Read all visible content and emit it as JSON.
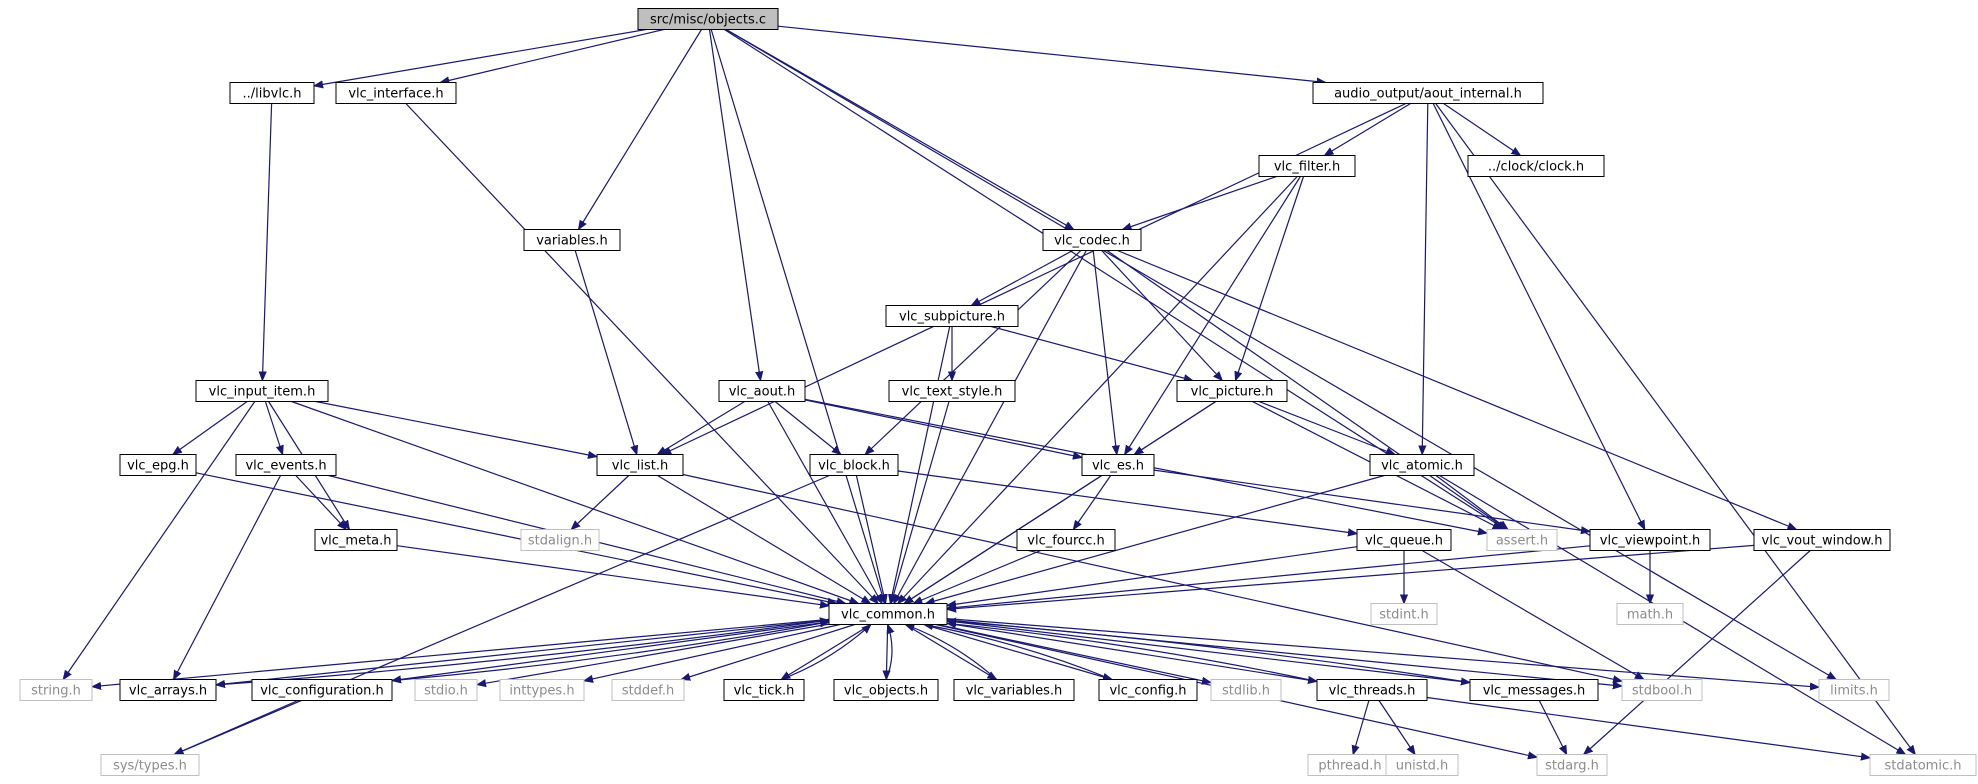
{
  "diagram": {
    "colors": {
      "edge": "#191970",
      "root_fill": "#bfbfbf",
      "missing_border": "#bfbfbf",
      "missing_text": "#8c8c8c"
    },
    "nodes": [
      {
        "id": "root",
        "label": "src/misc/objects.c",
        "style": "root"
      },
      {
        "id": "libvlc",
        "label": "../libvlc.h",
        "style": "solid"
      },
      {
        "id": "vlc_interface",
        "label": "vlc_interface.h",
        "style": "solid"
      },
      {
        "id": "aout_internal",
        "label": "audio_output/aout_internal.h",
        "style": "solid"
      },
      {
        "id": "vlc_filter",
        "label": "vlc_filter.h",
        "style": "solid"
      },
      {
        "id": "clock",
        "label": "../clock/clock.h",
        "style": "solid"
      },
      {
        "id": "variables",
        "label": "variables.h",
        "style": "solid"
      },
      {
        "id": "vlc_codec",
        "label": "vlc_codec.h",
        "style": "solid"
      },
      {
        "id": "vlc_subpicture",
        "label": "vlc_subpicture.h",
        "style": "solid"
      },
      {
        "id": "vlc_input_item",
        "label": "vlc_input_item.h",
        "style": "solid"
      },
      {
        "id": "vlc_aout",
        "label": "vlc_aout.h",
        "style": "solid"
      },
      {
        "id": "vlc_text_style",
        "label": "vlc_text_style.h",
        "style": "solid"
      },
      {
        "id": "vlc_picture",
        "label": "vlc_picture.h",
        "style": "solid"
      },
      {
        "id": "vlc_epg",
        "label": "vlc_epg.h",
        "style": "solid"
      },
      {
        "id": "vlc_events",
        "label": "vlc_events.h",
        "style": "solid"
      },
      {
        "id": "vlc_list",
        "label": "vlc_list.h",
        "style": "solid"
      },
      {
        "id": "vlc_block",
        "label": "vlc_block.h",
        "style": "solid"
      },
      {
        "id": "vlc_es",
        "label": "vlc_es.h",
        "style": "solid"
      },
      {
        "id": "vlc_atomic",
        "label": "vlc_atomic.h",
        "style": "solid"
      },
      {
        "id": "vlc_meta",
        "label": "vlc_meta.h",
        "style": "solid"
      },
      {
        "id": "stdalign",
        "label": "stdalign.h",
        "style": "missing"
      },
      {
        "id": "vlc_fourcc",
        "label": "vlc_fourcc.h",
        "style": "solid"
      },
      {
        "id": "vlc_queue",
        "label": "vlc_queue.h",
        "style": "solid"
      },
      {
        "id": "assert",
        "label": "assert.h",
        "style": "missing"
      },
      {
        "id": "vlc_viewpoint",
        "label": "vlc_viewpoint.h",
        "style": "solid"
      },
      {
        "id": "vlc_vout_window",
        "label": "vlc_vout_window.h",
        "style": "solid"
      },
      {
        "id": "vlc_common",
        "label": "vlc_common.h",
        "style": "solid"
      },
      {
        "id": "stdint",
        "label": "stdint.h",
        "style": "missing"
      },
      {
        "id": "math",
        "label": "math.h",
        "style": "missing"
      },
      {
        "id": "string",
        "label": "string.h",
        "style": "missing"
      },
      {
        "id": "vlc_arrays",
        "label": "vlc_arrays.h",
        "style": "solid"
      },
      {
        "id": "vlc_configuration",
        "label": "vlc_configuration.h",
        "style": "solid"
      },
      {
        "id": "stdio",
        "label": "stdio.h",
        "style": "missing"
      },
      {
        "id": "inttypes",
        "label": "inttypes.h",
        "style": "missing"
      },
      {
        "id": "stddef",
        "label": "stddef.h",
        "style": "missing"
      },
      {
        "id": "vlc_tick",
        "label": "vlc_tick.h",
        "style": "solid"
      },
      {
        "id": "vlc_objects",
        "label": "vlc_objects.h",
        "style": "solid"
      },
      {
        "id": "vlc_variables",
        "label": "vlc_variables.h",
        "style": "solid"
      },
      {
        "id": "vlc_config",
        "label": "vlc_config.h",
        "style": "solid"
      },
      {
        "id": "stdlib",
        "label": "stdlib.h",
        "style": "missing"
      },
      {
        "id": "vlc_threads",
        "label": "vlc_threads.h",
        "style": "solid"
      },
      {
        "id": "vlc_messages",
        "label": "vlc_messages.h",
        "style": "solid"
      },
      {
        "id": "stdbool",
        "label": "stdbool.h",
        "style": "missing"
      },
      {
        "id": "limits",
        "label": "limits.h",
        "style": "missing"
      },
      {
        "id": "sys_types",
        "label": "sys/types.h",
        "style": "missing"
      },
      {
        "id": "pthread",
        "label": "pthread.h",
        "style": "missing"
      },
      {
        "id": "unistd",
        "label": "unistd.h",
        "style": "missing"
      },
      {
        "id": "stdarg",
        "label": "stdarg.h",
        "style": "missing"
      },
      {
        "id": "stdatomic",
        "label": "stdatomic.h",
        "style": "missing"
      }
    ],
    "edges": [
      [
        "root",
        "libvlc"
      ],
      [
        "root",
        "vlc_interface"
      ],
      [
        "root",
        "aout_internal"
      ],
      [
        "root",
        "variables"
      ],
      [
        "root",
        "vlc_codec"
      ],
      [
        "root",
        "vlc_aout"
      ],
      [
        "root",
        "vlc_common"
      ],
      [
        "root",
        "assert"
      ],
      [
        "root",
        "limits"
      ],
      [
        "libvlc",
        "vlc_input_item"
      ],
      [
        "vlc_interface",
        "vlc_common"
      ],
      [
        "aout_internal",
        "vlc_filter"
      ],
      [
        "aout_internal",
        "clock"
      ],
      [
        "aout_internal",
        "vlc_list"
      ],
      [
        "aout_internal",
        "vlc_atomic"
      ],
      [
        "aout_internal",
        "vlc_viewpoint"
      ],
      [
        "aout_internal",
        "stdatomic"
      ],
      [
        "vlc_filter",
        "vlc_codec"
      ],
      [
        "vlc_filter",
        "vlc_picture"
      ],
      [
        "vlc_filter",
        "vlc_es"
      ],
      [
        "vlc_filter",
        "vlc_common"
      ],
      [
        "variables",
        "vlc_list"
      ],
      [
        "vlc_codec",
        "vlc_subpicture"
      ],
      [
        "vlc_codec",
        "vlc_block"
      ],
      [
        "vlc_codec",
        "vlc_es"
      ],
      [
        "vlc_codec",
        "vlc_picture"
      ],
      [
        "vlc_codec",
        "vlc_common"
      ],
      [
        "vlc_codec",
        "assert"
      ],
      [
        "vlc_codec",
        "vlc_vout_window"
      ],
      [
        "vlc_subpicture",
        "vlc_text_style"
      ],
      [
        "vlc_subpicture",
        "vlc_picture"
      ],
      [
        "vlc_subpicture",
        "vlc_common"
      ],
      [
        "vlc_input_item",
        "vlc_epg"
      ],
      [
        "vlc_input_item",
        "vlc_events"
      ],
      [
        "vlc_input_item",
        "vlc_meta"
      ],
      [
        "vlc_input_item",
        "vlc_list"
      ],
      [
        "vlc_input_item",
        "vlc_common"
      ],
      [
        "vlc_input_item",
        "string"
      ],
      [
        "vlc_aout",
        "vlc_list"
      ],
      [
        "vlc_aout",
        "vlc_block"
      ],
      [
        "vlc_aout",
        "vlc_es"
      ],
      [
        "vlc_aout",
        "vlc_common"
      ],
      [
        "vlc_aout",
        "assert"
      ],
      [
        "vlc_text_style",
        "vlc_common"
      ],
      [
        "vlc_picture",
        "vlc_es"
      ],
      [
        "vlc_picture",
        "vlc_atomic"
      ],
      [
        "vlc_picture",
        "vlc_common"
      ],
      [
        "vlc_picture",
        "assert"
      ],
      [
        "vlc_epg",
        "vlc_common"
      ],
      [
        "vlc_events",
        "vlc_meta"
      ],
      [
        "vlc_events",
        "vlc_arrays"
      ],
      [
        "vlc_events",
        "vlc_common"
      ],
      [
        "vlc_list",
        "stdalign"
      ],
      [
        "vlc_list",
        "vlc_common"
      ],
      [
        "vlc_list",
        "stdbool"
      ],
      [
        "vlc_block",
        "vlc_queue"
      ],
      [
        "vlc_block",
        "vlc_common"
      ],
      [
        "vlc_block",
        "sys_types"
      ],
      [
        "vlc_es",
        "vlc_fourcc"
      ],
      [
        "vlc_es",
        "vlc_viewpoint"
      ],
      [
        "vlc_es",
        "vlc_common"
      ],
      [
        "vlc_atomic",
        "assert"
      ],
      [
        "vlc_atomic",
        "vlc_common"
      ],
      [
        "vlc_atomic",
        "stdatomic"
      ],
      [
        "vlc_meta",
        "vlc_common"
      ],
      [
        "vlc_fourcc",
        "vlc_common"
      ],
      [
        "vlc_queue",
        "stdint"
      ],
      [
        "vlc_queue",
        "vlc_common"
      ],
      [
        "vlc_queue",
        "stdbool"
      ],
      [
        "vlc_viewpoint",
        "math"
      ],
      [
        "vlc_viewpoint",
        "vlc_common"
      ],
      [
        "vlc_vout_window",
        "vlc_common"
      ],
      [
        "vlc_vout_window",
        "stdarg"
      ],
      [
        "vlc_common",
        "string"
      ],
      [
        "vlc_common",
        "vlc_arrays"
      ],
      [
        "vlc_common",
        "vlc_configuration"
      ],
      [
        "vlc_common",
        "stdio"
      ],
      [
        "vlc_common",
        "inttypes"
      ],
      [
        "vlc_common",
        "stddef"
      ],
      [
        "vlc_common",
        "vlc_tick"
      ],
      [
        "vlc_common",
        "vlc_objects"
      ],
      [
        "vlc_common",
        "vlc_variables"
      ],
      [
        "vlc_common",
        "vlc_config"
      ],
      [
        "vlc_common",
        "stdlib"
      ],
      [
        "vlc_common",
        "vlc_threads"
      ],
      [
        "vlc_common",
        "vlc_messages"
      ],
      [
        "vlc_common",
        "stdbool"
      ],
      [
        "vlc_common",
        "limits"
      ],
      [
        "vlc_common",
        "stdarg"
      ],
      [
        "vlc_arrays",
        "vlc_common"
      ],
      [
        "vlc_configuration",
        "vlc_common"
      ],
      [
        "vlc_configuration",
        "sys_types"
      ],
      [
        "vlc_tick",
        "vlc_common"
      ],
      [
        "vlc_objects",
        "vlc_common"
      ],
      [
        "vlc_variables",
        "vlc_common"
      ],
      [
        "vlc_config",
        "vlc_common"
      ],
      [
        "vlc_threads",
        "vlc_common"
      ],
      [
        "vlc_messages",
        "vlc_common"
      ],
      [
        "vlc_threads",
        "pthread"
      ],
      [
        "vlc_threads",
        "unistd"
      ],
      [
        "vlc_threads",
        "stdatomic"
      ],
      [
        "vlc_messages",
        "stdarg"
      ]
    ]
  }
}
